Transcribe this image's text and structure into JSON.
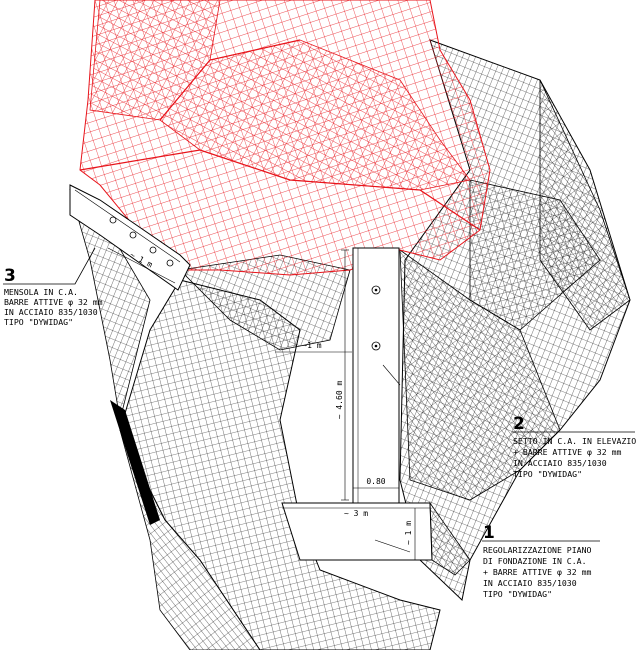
{
  "colors": {
    "rock_mesh": "#000000",
    "boulder_mesh": "#e8141b",
    "background": "#ffffff"
  },
  "callouts": {
    "c3": {
      "number": "3",
      "lines": [
        "MENSOLA IN C.A.",
        "BARRE ATTIVE φ 32 mm",
        "IN ACCIAIO 835/1030",
        "TIPO \"DYWIDAG\""
      ]
    },
    "c2": {
      "number": "2",
      "lines": [
        "SETTO IN C.A. IN ELEVAZIONE",
        "+ BARRE ATTIVE φ 32 mm",
        "IN ACCIAIO 835/1030",
        "TIPO \"DYWIDAG\""
      ]
    },
    "c1": {
      "number": "1",
      "lines": [
        "REGOLARIZZAZIONE PIANO",
        "DI FONDAZIONE IN C.A.",
        "+ BARRE ATTIVE φ 32 mm",
        "IN ACCIAIO 835/1030",
        "TIPO \"DYWIDAG\""
      ]
    }
  },
  "dimensions": {
    "wall_height": "~ 4.60 m",
    "wall_thickness": "0.80",
    "base_width": "~ 3 m",
    "base_height": "~ 1 m",
    "bracket_length": "~ 1 m",
    "wall_offset": "~1 m"
  },
  "icons": [
    "bolt-head-icon"
  ]
}
